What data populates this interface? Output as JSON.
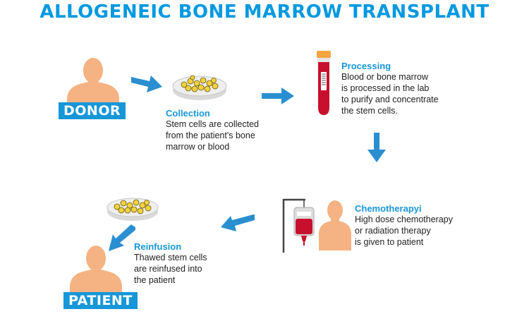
{
  "title": "ALLOGENEIC BONE MARROW TRANSPLANT",
  "donor_label": "DONOR",
  "patient_label": "PATIENT",
  "steps": [
    {
      "title": "Collection",
      "lines": [
        "Stem cells are collected",
        "from the patient's bone",
        "marrow or blood"
      ]
    },
    {
      "title": "Processing",
      "lines": [
        "Blood or bone marrow",
        "is processed in the lab",
        "to purify and concentrate",
        "the stem cells."
      ]
    },
    {
      "title": "Chemotherapyi",
      "lines": [
        "High dose chemotherapy",
        "or radiation therapy",
        "is given to patient"
      ]
    },
    {
      "title": "Reinfusion",
      "lines": [
        "Thawed stem cells",
        "are reinfused into",
        "the patient"
      ]
    }
  ],
  "colors": {
    "accent": "#1796d8",
    "body": "#f5b383",
    "blood": "#c8102e",
    "cell": "#f3d23c"
  },
  "icons": [
    "person-icon",
    "petri-dish-icon",
    "test-tube-icon",
    "iv-bag-icon",
    "arrow-icon"
  ]
}
